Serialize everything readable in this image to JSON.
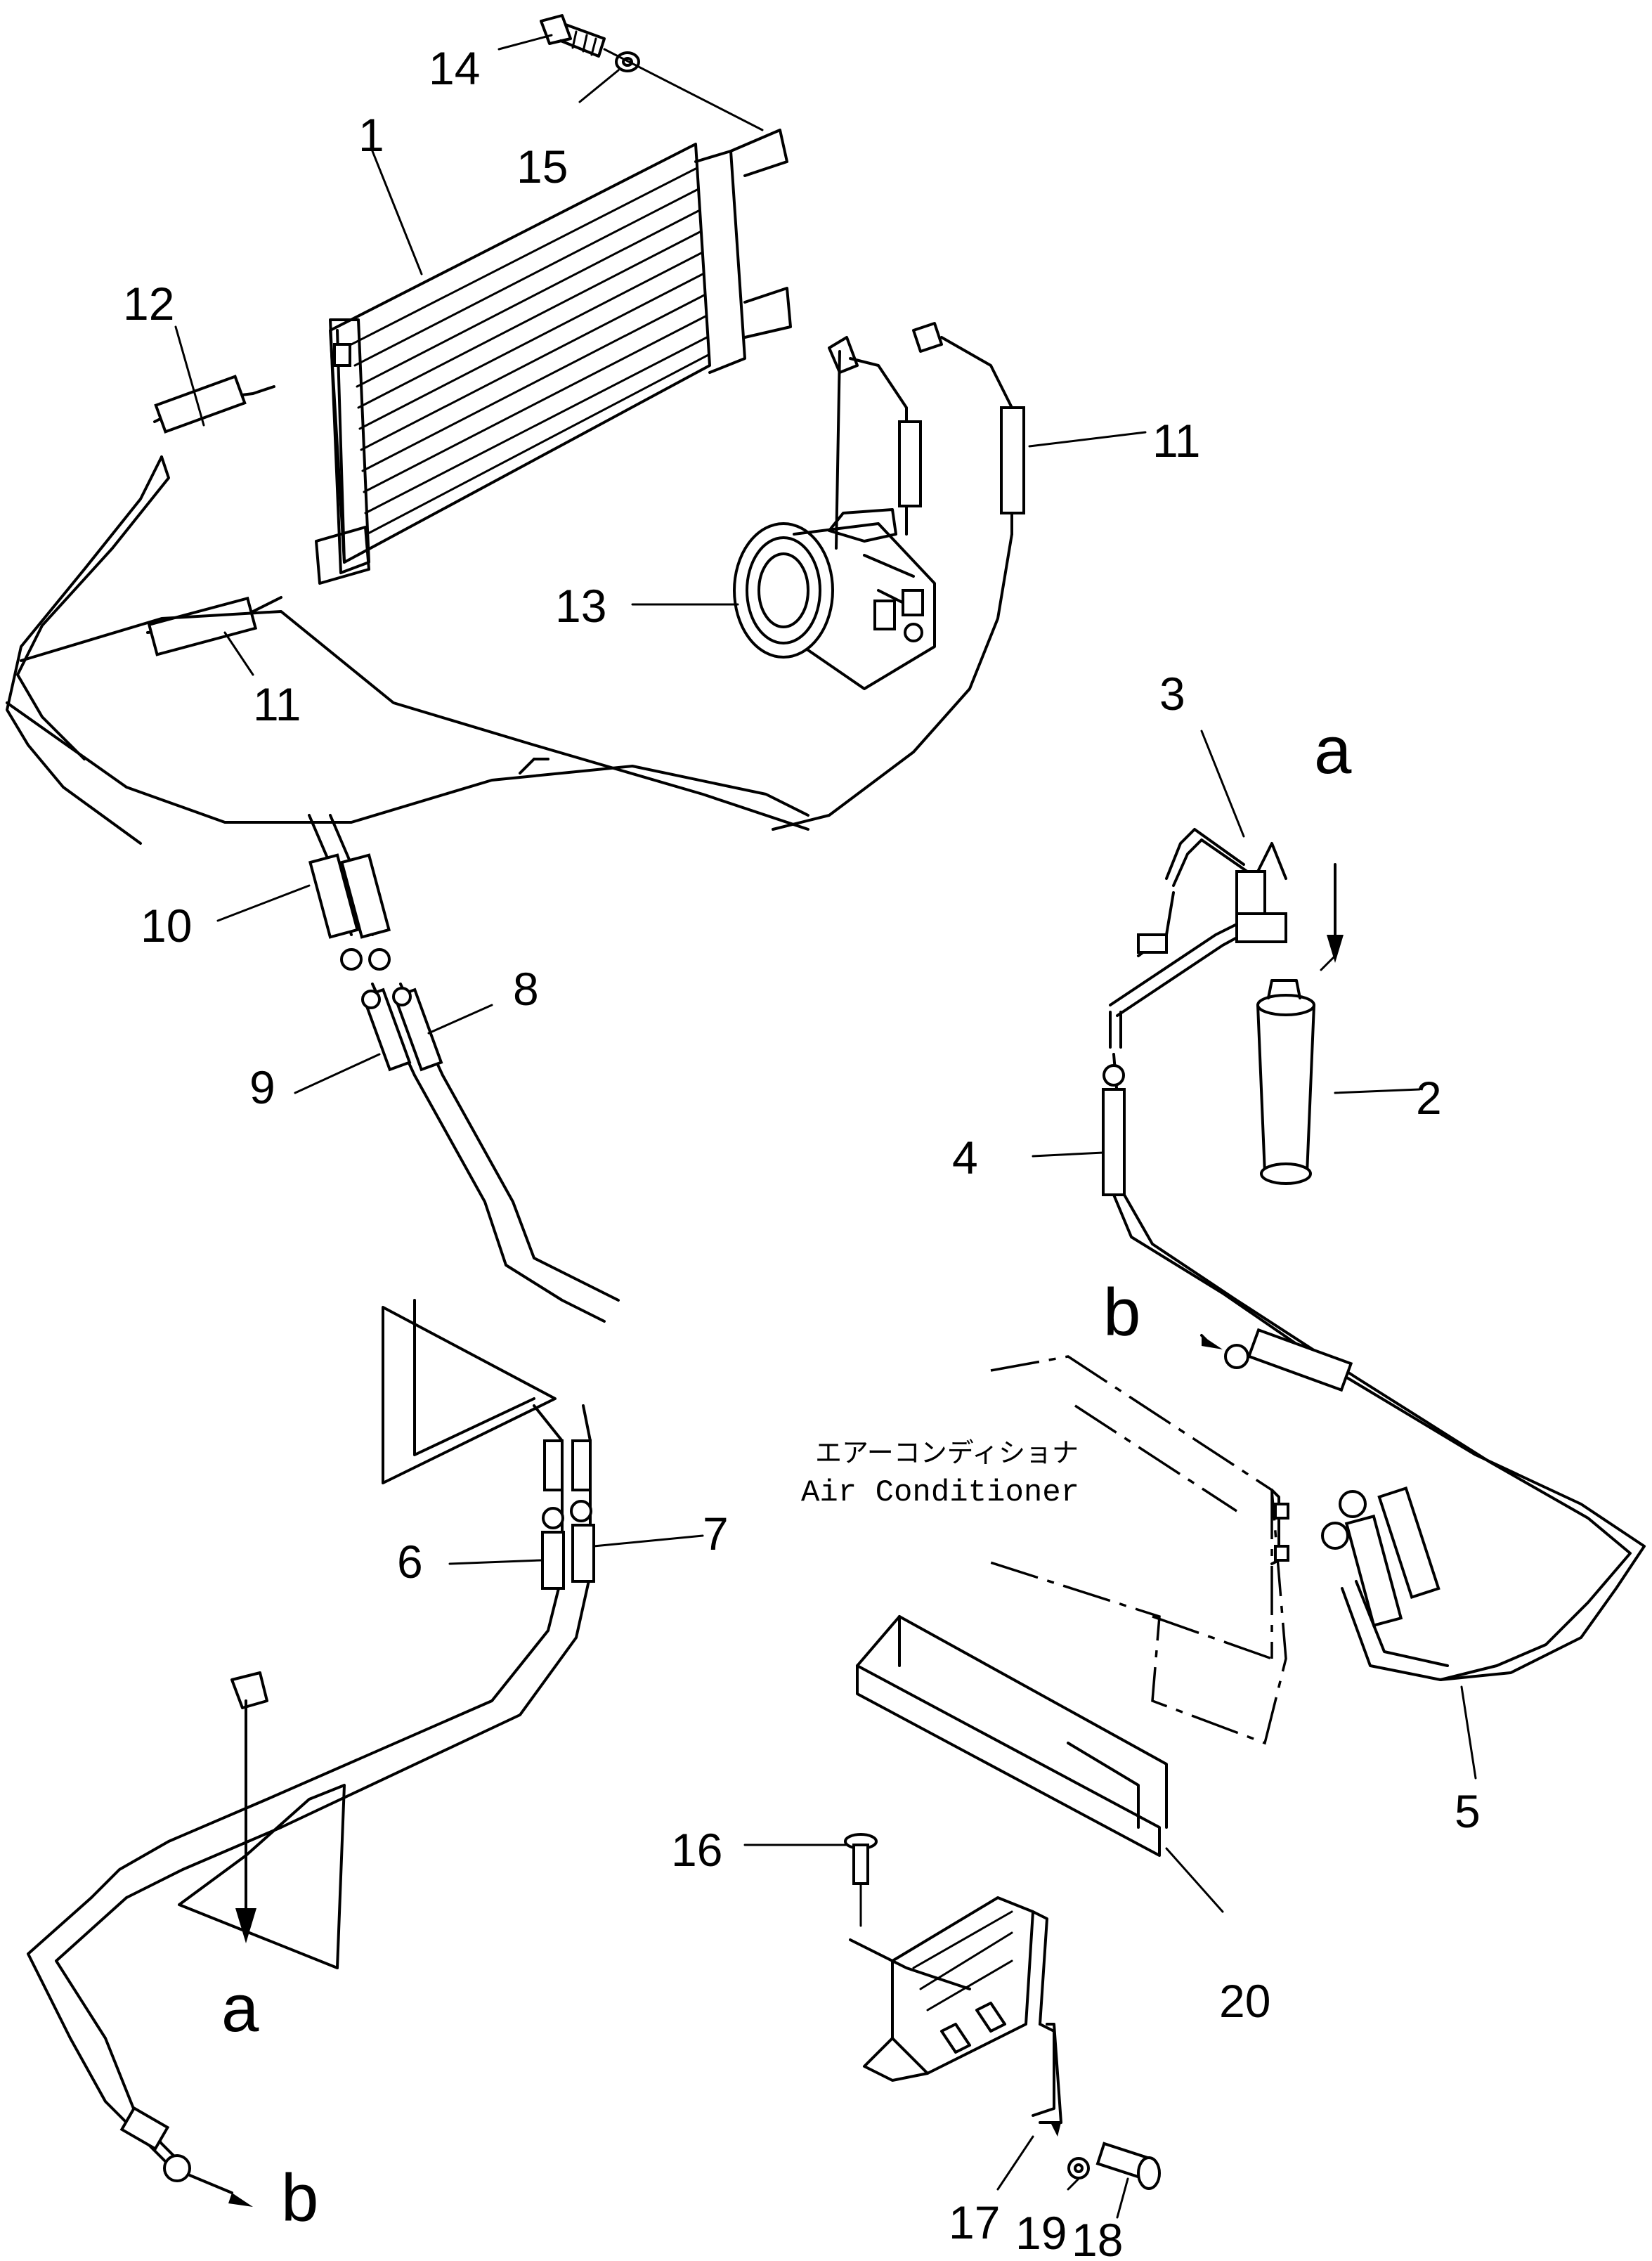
{
  "diagram": {
    "labels": {
      "ac_unit_jp": "エアーコンディショナ",
      "ac_unit_en": "Air Conditioner"
    },
    "callouts": [
      "1",
      "2",
      "3",
      "4",
      "5",
      "6",
      "7",
      "8",
      "9",
      "10",
      "11",
      "11",
      "12",
      "13",
      "14",
      "15",
      "16",
      "17",
      "18",
      "19",
      "20"
    ],
    "connection_letters": [
      "a",
      "a",
      "b",
      "b"
    ]
  }
}
